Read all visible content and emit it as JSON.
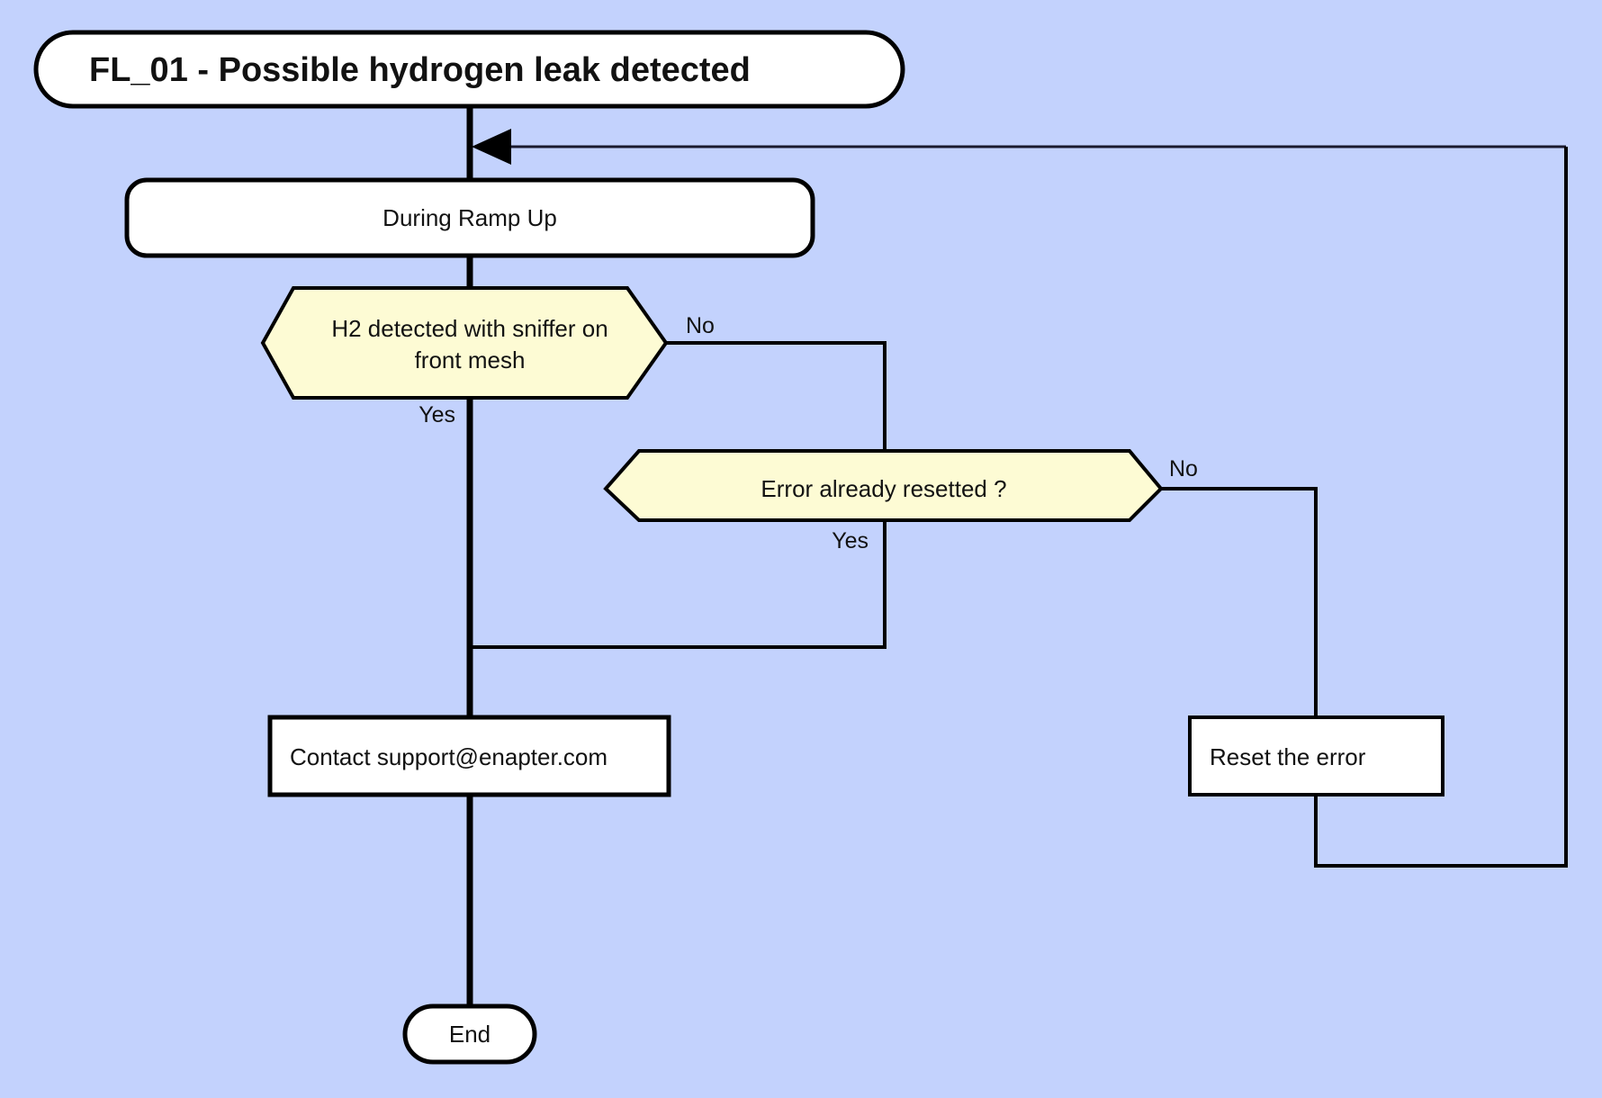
{
  "diagram": {
    "title": "FL_01 - Possible hydrogen leak detected",
    "background_color": "#c3d2fd",
    "decision_fill_color": "#fdfbd4",
    "node_fill_color": "#ffffff",
    "stroke_color": "#000000",
    "nodes": {
      "title_node": {
        "label": "FL_01 - Possible hydrogen leak detected",
        "shape": "rounded-rectangle"
      },
      "context_node": {
        "label": "During Ramp Up",
        "shape": "rounded-rectangle"
      },
      "decision_h2": {
        "label_line1": "H2 detected with sniffer on",
        "label_line2": "front mesh",
        "shape": "hexagon"
      },
      "decision_reset": {
        "label": "Error already resetted ?",
        "shape": "hexagon"
      },
      "action_contact": {
        "label": "Contact support@enapter.com",
        "shape": "rectangle"
      },
      "action_reset": {
        "label": "Reset the error",
        "shape": "rectangle"
      },
      "end_node": {
        "label": "End",
        "shape": "stadium"
      }
    },
    "edge_labels": {
      "h2_no": "No",
      "h2_yes": "Yes",
      "reset_no": "No",
      "reset_yes": "Yes"
    }
  }
}
